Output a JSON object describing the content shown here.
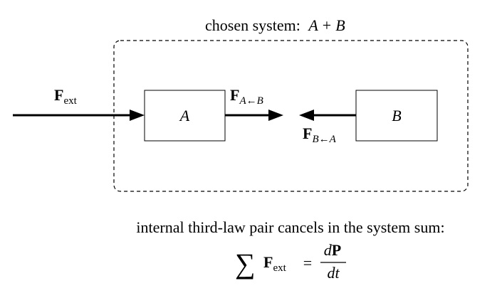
{
  "system_label": {
    "prefix": "chosen system: ",
    "expr_a": "A",
    "expr_op": "+",
    "expr_b": "B"
  },
  "blocks": {
    "a": {
      "label": "A"
    },
    "b": {
      "label": "B"
    }
  },
  "forces": {
    "external": {
      "symbol": "F",
      "sub": "ext"
    },
    "on_a": {
      "symbol": "F",
      "sub": "A←B"
    },
    "on_b": {
      "symbol": "F",
      "sub": "B←A"
    }
  },
  "caption": {
    "text": "internal third-law pair cancels in the system sum:",
    "sum": "∑",
    "symbol": "F",
    "sub": "ext",
    "equals": "=",
    "num_d": "d",
    "num_p": "P",
    "den": "dt"
  }
}
